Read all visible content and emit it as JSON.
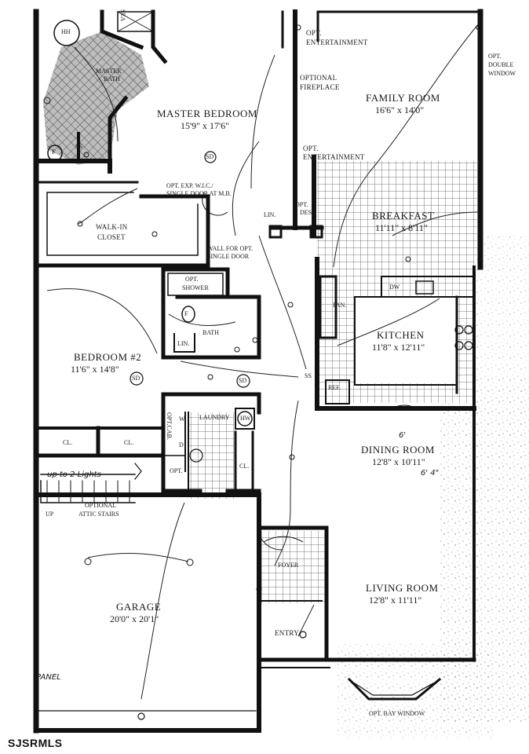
{
  "rooms": {
    "master_bedroom": {
      "name": "MASTER BEDROOM",
      "dims": "15'9\" x 17'6\""
    },
    "master_bath": {
      "name_line1": "MASTER",
      "name_line2": "BATH"
    },
    "walk_in_closet": {
      "line1": "WALK-IN",
      "line2": "CLOSET"
    },
    "family_room": {
      "name": "FAMILY ROOM",
      "dims": "16'6\" x 14'0\""
    },
    "breakfast": {
      "name": "BREAKFAST",
      "dims": "11'11\" x 8'11\""
    },
    "kitchen": {
      "name": "KITCHEN",
      "dims": "11'8\" x 12'11\""
    },
    "bedroom2": {
      "name": "BEDROOM #2",
      "dims": "11'6\" x 14'8\""
    },
    "dining_room": {
      "name": "DINING ROOM",
      "dims": "12'8\" x 10'11\""
    },
    "living_room": {
      "name": "LIVING ROOM",
      "dims": "12'8\" x 11'11\""
    },
    "garage": {
      "name": "GARAGE",
      "dims": "20'0\" x 20'1\""
    },
    "laundry": "LAUNDRY",
    "bath": "BATH",
    "foyer": "FOYER",
    "entry": "ENTRY"
  },
  "annotations": {
    "opt_entertainment_top_1": "OPT.",
    "opt_entertainment_top_2": "ENTERTAINMENT",
    "optional_fireplace_1": "OPTIONAL",
    "optional_fireplace_2": "FIREPLACE",
    "opt_entertainment_mid_1": "OPT.",
    "opt_entertainment_mid_2": "ENTERTAINMENT",
    "opt_double_window_1": "OPT.",
    "opt_double_window_2": "DOUBLE",
    "opt_double_window_3": "WINDOW",
    "opt_exp_wic_1": "OPT. EXP. W.I.C./",
    "opt_exp_wic_2": "SINGLE DOOR AT M.B.",
    "wall_for_opt_1": "WALL FOR OPT.",
    "wall_for_opt_2": "SINGLE DOOR",
    "opt_desk_1": "OPT.",
    "opt_desk_2": "DESK",
    "opt_shower_1": "OPT.",
    "opt_shower_2": "SHOWER",
    "lin": "LIN.",
    "pan": "PAN.",
    "dw": "DW",
    "ref": "REF.",
    "cl": "CL.",
    "hw": "HW",
    "w": "W",
    "d": "D",
    "opt_cab": "OPT.CAB.",
    "opt_l": "OPT.",
    "optional_attic_1": "OPTIONAL",
    "optional_attic_2": "ATTIC STAIRS",
    "up": "UP",
    "up_to_lights": "up to 2 Lights",
    "panel": "PANEL",
    "opt_bay_window": "OPT. BAY WINDOW",
    "sea": "SEA",
    "hh": "HH",
    "dining_note_1": "6'",
    "dining_note_2": "6' 4\"",
    "sconce_mark": "SS",
    "sd": "SD",
    "f": "F"
  },
  "watermark": "SJSRMLS"
}
